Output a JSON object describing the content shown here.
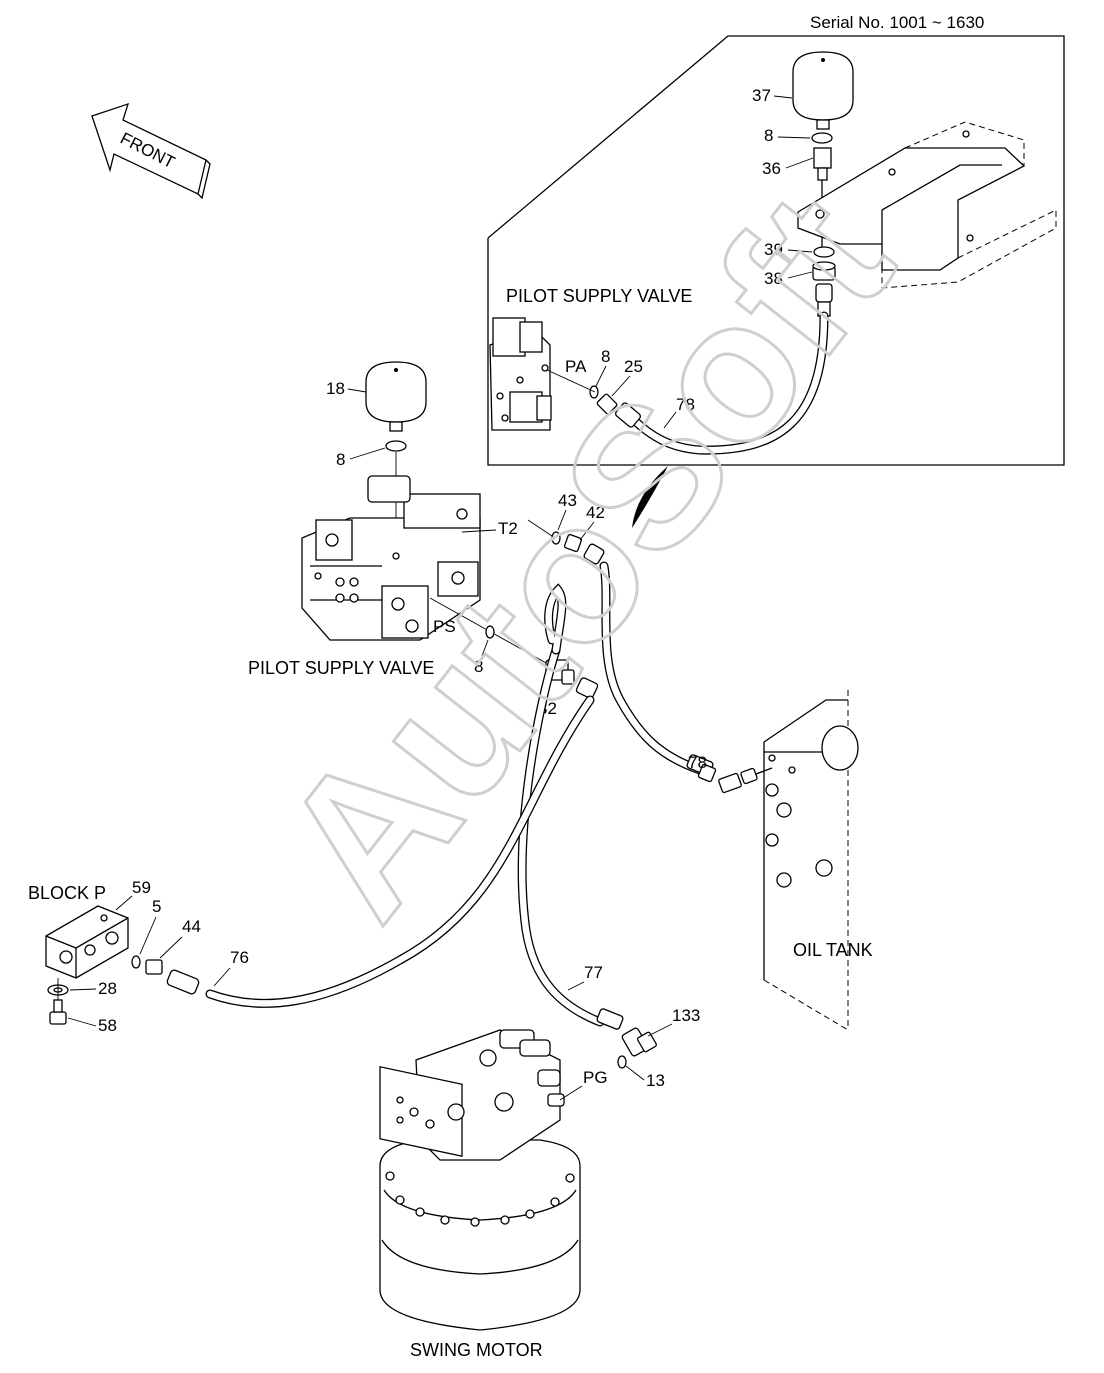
{
  "header": {
    "serial": "Serial No. 1001 ~ 1630"
  },
  "front_arrow": {
    "text": "FRONT"
  },
  "watermark": {
    "text": "AutoSoft"
  },
  "captions": {
    "pilot_supply_valve_inset": "PILOT SUPPLY VALVE",
    "pilot_supply_valve_main": "PILOT SUPPLY VALVE",
    "block_p": "BLOCK  P",
    "oil_tank": "OIL TANK",
    "swing_motor": "SWING MOTOR"
  },
  "ports": {
    "pa": "PA",
    "t2": "T2",
    "ps": "PS",
    "pg": "PG"
  },
  "callouts": {
    "c37": "37",
    "c8_inset_top": "8",
    "c36": "36",
    "c39": "39",
    "c38": "38",
    "c8_pa": "8",
    "c25": "25",
    "c78_inset": "78",
    "c18": "18",
    "c8_left": "8",
    "c43": "43",
    "c42": "42",
    "c8_ps": "8",
    "c32": "32",
    "c78_main": "78",
    "c59": "59",
    "c5": "5",
    "c44": "44",
    "c76": "76",
    "c28": "28",
    "c58": "58",
    "c77": "77",
    "c133": "133",
    "c13": "13"
  }
}
